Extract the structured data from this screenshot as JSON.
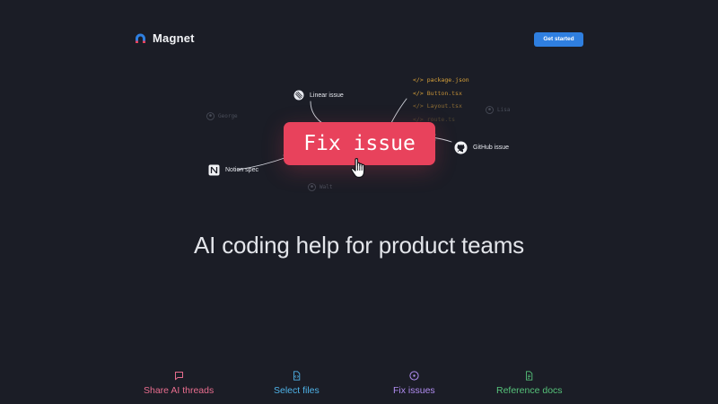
{
  "header": {
    "brand": "Magnet",
    "cta_label": "Get started"
  },
  "hero": {
    "button_label": "Fix issue",
    "sources": {
      "linear": "Linear issue",
      "notion": "Notion spec",
      "github": "GitHub issue"
    },
    "files": [
      "package.json",
      "Button.tsx",
      "Layout.tsx",
      "route.ts"
    ],
    "users": [
      "George",
      "Lisa",
      "Walt"
    ]
  },
  "headline": "AI coding help for product teams",
  "features": [
    {
      "label": "Share AI threads",
      "icon": "message-icon",
      "color": "#e86d8e"
    },
    {
      "label": "Select files",
      "icon": "file-code-icon",
      "color": "#4fb3e8"
    },
    {
      "label": "Fix issues",
      "icon": "target-icon",
      "color": "#b08cf0"
    },
    {
      "label": "Reference docs",
      "icon": "document-icon",
      "color": "#56c27a"
    }
  ],
  "colors": {
    "background": "#1b1d26",
    "accent_button": "#e8425c",
    "cta": "#2f7fe0"
  }
}
